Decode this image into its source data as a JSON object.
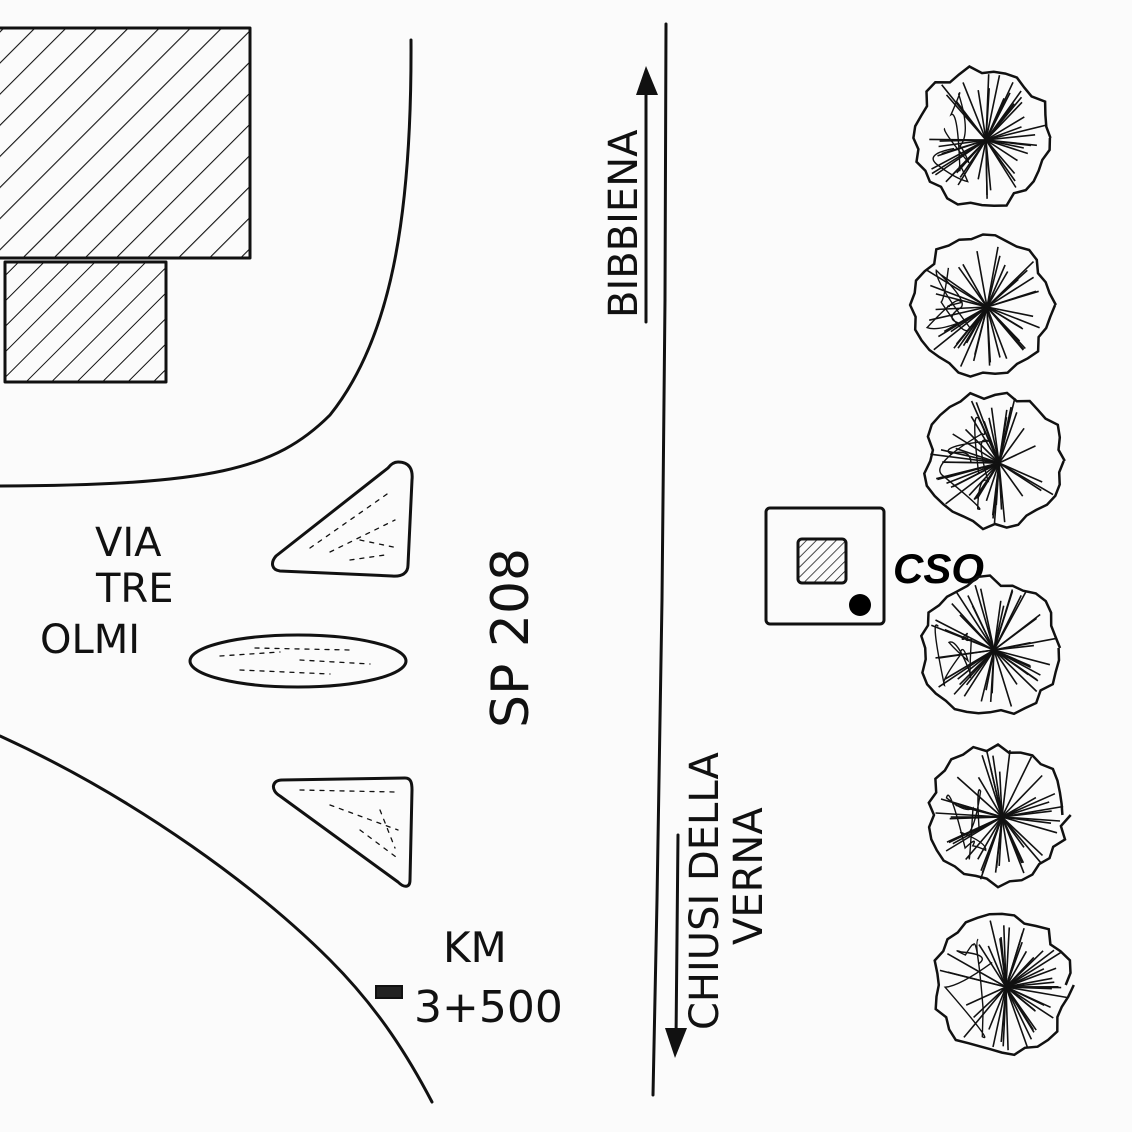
{
  "map": {
    "road_label_left": "VIA\nTRE\nOLMI",
    "road_label_left_lines": [
      "VIA",
      "TRE",
      "OLMI"
    ],
    "road_label_main": "SP 208",
    "direction_north": "BIBBIENA",
    "direction_south_line1": "CHIUSI DELLA",
    "direction_south_line2": "VERNA",
    "km_label": "KM",
    "km_value": "3+500",
    "station_label": "CSO"
  },
  "colors": {
    "ink": "#111111",
    "paper": "#fbfbfb",
    "marker": "#000000"
  },
  "icons": [
    "building-hatched",
    "traffic-island",
    "tree-symbol",
    "station-box",
    "location-dot",
    "direction-arrow",
    "km-marker"
  ]
}
